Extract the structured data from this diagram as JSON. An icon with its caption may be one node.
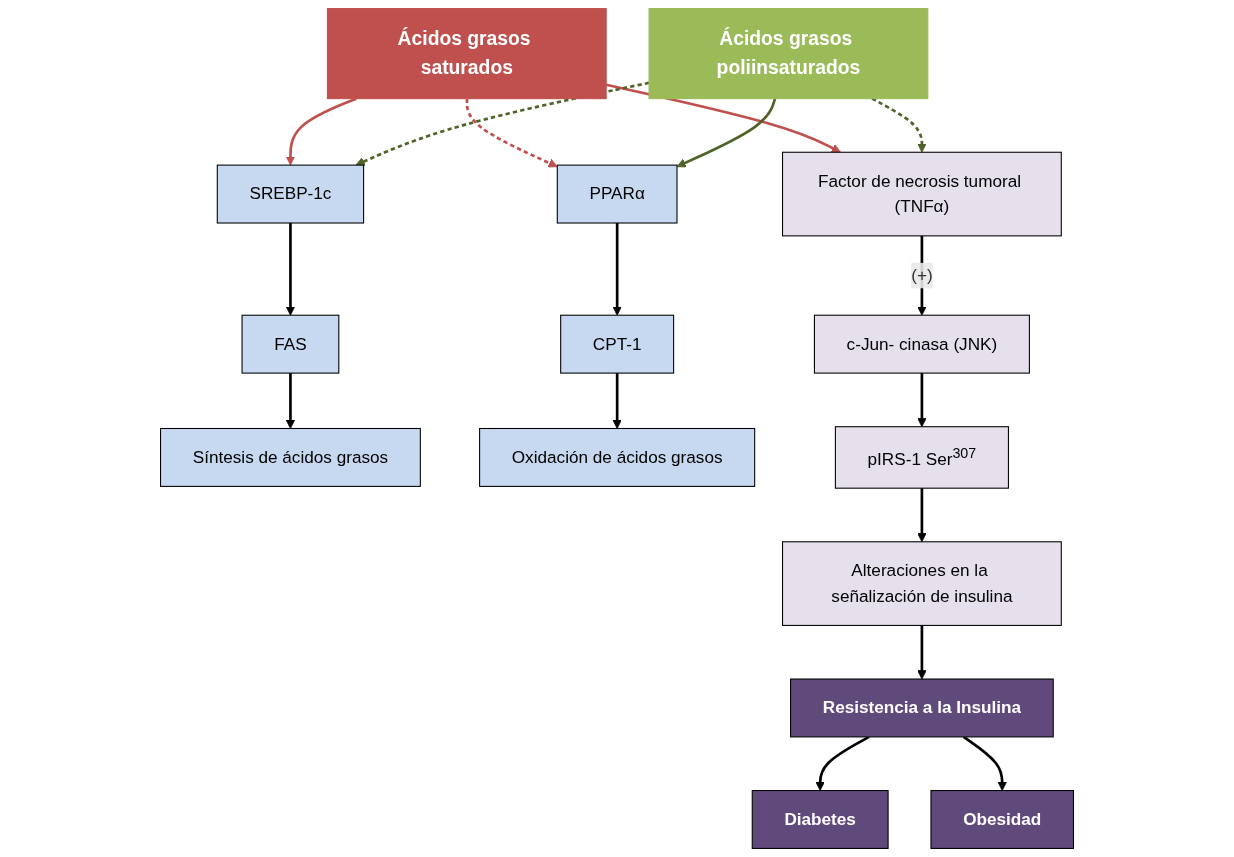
{
  "diagram": {
    "nodes": [
      {
        "text": [
          "Ácidos grasos saturados"
        ]
      },
      {
        "text": [
          "Ácidos grasos poliinsaturados"
        ]
      },
      {
        "text": [
          "SREBP-1c"
        ]
      },
      {
        "text": [
          "FAS"
        ]
      },
      {
        "text": [
          "Síntesis de ácidos grasos"
        ]
      },
      {
        "text": [
          "PPARα"
        ]
      },
      {
        "text": [
          "CPT-1"
        ]
      },
      {
        "text": [
          "Oxidación de ácidos grasos"
        ]
      },
      {
        "text": [
          "Factor de necrosis tumoral (TNFα)"
        ]
      },
      {
        "text": [
          "Diabetes"
        ]
      },
      {
        "text": [
          "Obesidad"
        ]
      },
      {
        "text": [
          "Resistencia a la Insulina"
        ]
      },
      {
        "text": [
          "c-Jun- cinasa (JNK)"
        ]
      },
      {
        "text": [
          "pIRS-1 Ser$^{307}$"
        ]
      },
      {
        "text": [
          "Alteraciones en la señalización de insulina"
        ]
      }
    ],
    "edges": [
      {
        "from": 0,
        "to": 2,
        "arrow": "to",
        "color": "#c0504d"
      },
      {
        "from": 0,
        "to": 5,
        "arrow": "to",
        "style": "dashed",
        "color": "#c0504d"
      },
      {
        "from": 0,
        "to": 8,
        "arrow": "to",
        "color": "#c0504d"
      },
      {
        "from": 1,
        "to": 2,
        "arrow": "to",
        "style": "dashed",
        "color": "#4f6228"
      },
      {
        "from": 1,
        "to": 5,
        "arrow": "to",
        "color": "#4f6228"
      },
      {
        "from": 1,
        "to": 8,
        "arrow": "to",
        "style": "dashed",
        "color": "#4f6228"
      },
      {
        "from": 2,
        "to": 3,
        "arrow": "to"
      },
      {
        "from": 3,
        "to": 4,
        "arrow": "to"
      },
      {
        "from": 5,
        "to": 6,
        "arrow": "to"
      },
      {
        "from": 6,
        "to": 7,
        "arrow": "to"
      },
      {
        "from": 8,
        "to": 12,
        "arrow": "to",
        "label": "(+)"
      },
      {
        "from": 12,
        "to": 13,
        "arrow": "to"
      },
      {
        "from": 13,
        "to": 14,
        "arrow": "to"
      },
      {
        "from": 14,
        "to": 11,
        "arrow": "to"
      },
      {
        "from": 11,
        "to": 9,
        "arrow": "to"
      },
      {
        "from": 11,
        "to": 10,
        "arrow": "to"
      }
    ]
  }
}
